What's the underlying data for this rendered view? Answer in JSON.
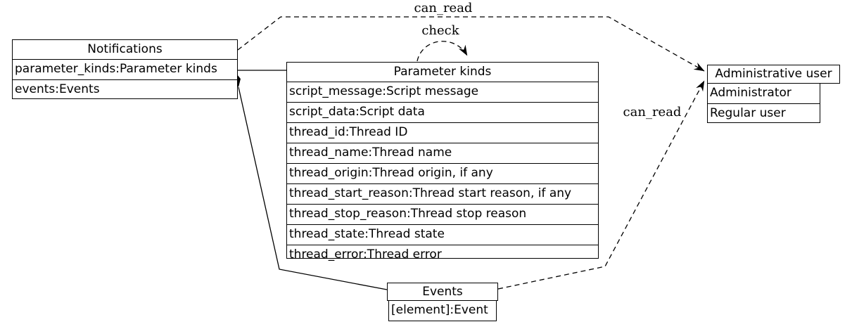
{
  "diagram": {
    "nodes": {
      "notifications": {
        "title": "Notifications",
        "rows": [
          "parameter_kinds:Parameter kinds",
          "events:Events"
        ]
      },
      "parameter_kinds": {
        "title": "Parameter kinds",
        "rows": [
          "script_message:Script message",
          "script_data:Script data",
          "thread_id:Thread ID",
          "thread_name:Thread name",
          "thread_origin:Thread origin, if any",
          "thread_start_reason:Thread start reason, if any",
          "thread_stop_reason:Thread stop reason",
          "thread_state:Thread state",
          "thread_error:Thread error"
        ]
      },
      "administrative_user": {
        "title": "Administrative user",
        "rows": [
          "Administrator",
          "Regular user"
        ]
      },
      "events": {
        "title": "Events",
        "rows": [
          "[element]:Event"
        ]
      }
    },
    "edges": {
      "can_read_top": {
        "label": "can_read",
        "style": "dashed",
        "from": "Notifications",
        "to": "Administrative user"
      },
      "check_loop": {
        "label": "check",
        "style": "dashed",
        "from": "Parameter kinds",
        "to": "Parameter kinds"
      },
      "can_read_bottom": {
        "label": "can_read",
        "style": "dashed",
        "from": "Events",
        "to": "Administrative user"
      },
      "composition_parameter_kinds": {
        "style": "solid",
        "from": "Notifications",
        "to": "Parameter kinds"
      },
      "composition_events": {
        "style": "solid",
        "from": "Notifications",
        "to": "Events"
      }
    },
    "colors": {
      "line": "#000000",
      "background": "#ffffff",
      "text": "#000000"
    }
  }
}
